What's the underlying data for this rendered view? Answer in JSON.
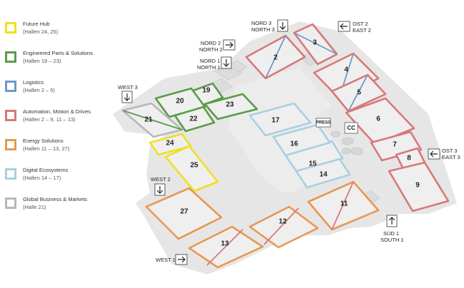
{
  "legend": [
    {
      "name": "Future Hub",
      "sub": "(Hallen 24, 25)",
      "color": "#f0e020"
    },
    {
      "name": "Engineered Parts & Solutions",
      "sub": "(Hallen 19 – 23)",
      "color": "#5a9b4a"
    },
    {
      "name": "Logistics",
      "sub": "(Hallen 2 – 5)",
      "color": "#7098c8"
    },
    {
      "name": "Automation, Motion & Drives",
      "sub": "(Hallen 2 – 9, 11 – 13)",
      "color": "#d87878"
    },
    {
      "name": "Energy Solutions",
      "sub": "(Hallen 11 – 13, 27)",
      "color": "#e89850"
    },
    {
      "name": "Digital Ecosystems",
      "sub": "(Hallen 14 – 17)",
      "color": "#a8d0e0"
    },
    {
      "name": "Global Business & Markets",
      "sub": "(Halle 21)",
      "color": "#b8b8b8"
    }
  ],
  "halls": [
    {
      "num": "2",
      "color": "#d87878",
      "color2": "#7098c8"
    },
    {
      "num": "3",
      "color": "#d87878",
      "color2": "#7098c8"
    },
    {
      "num": "4",
      "color": "#d87878",
      "color2": "#7098c8"
    },
    {
      "num": "5",
      "color": "#d87878",
      "color2": "#7098c8"
    },
    {
      "num": "6",
      "color": "#d87878"
    },
    {
      "num": "7",
      "color": "#d87878"
    },
    {
      "num": "8",
      "color": "#d87878"
    },
    {
      "num": "9",
      "color": "#d87878"
    },
    {
      "num": "11",
      "color": "#e89850",
      "color2": "#d87878"
    },
    {
      "num": "12",
      "color": "#e89850",
      "color2": "#d87878"
    },
    {
      "num": "13",
      "color": "#e89850",
      "color2": "#d87878"
    },
    {
      "num": "14",
      "color": "#a8d0e0"
    },
    {
      "num": "15",
      "color": "#a8d0e0"
    },
    {
      "num": "16",
      "color": "#a8d0e0"
    },
    {
      "num": "17",
      "color": "#a8d0e0"
    },
    {
      "num": "19",
      "color": "#5a9b4a"
    },
    {
      "num": "20",
      "color": "#5a9b4a"
    },
    {
      "num": "21",
      "color": "#b8b8b8",
      "color2": "#5a9b4a"
    },
    {
      "num": "22",
      "color": "#5a9b4a"
    },
    {
      "num": "23",
      "color": "#5a9b4a"
    },
    {
      "num": "24",
      "color": "#f0e020"
    },
    {
      "num": "25",
      "color": "#f0e020"
    },
    {
      "num": "27",
      "color": "#e89850"
    }
  ],
  "entrances": [
    {
      "line1": "NORD 3",
      "line2": "NORTH 3",
      "arrow": "down"
    },
    {
      "line1": "OST 2",
      "line2": "EAST 2",
      "arrow": "left"
    },
    {
      "line1": "NORD 2",
      "line2": "NORTH 2",
      "arrow": "right"
    },
    {
      "line1": "NORD 1",
      "line2": "NORTH 1",
      "arrow": "down"
    },
    {
      "line1": "WEST 3",
      "line2": "",
      "arrow": "down"
    },
    {
      "line1": "OST 3",
      "line2": "EAST 3",
      "arrow": "left"
    },
    {
      "line1": "WEST 2",
      "line2": "",
      "arrow": "down"
    },
    {
      "line1": "SÜD 1",
      "line2": "SOUTH 1",
      "arrow": "up"
    },
    {
      "line1": "WEST 1",
      "line2": "",
      "arrow": "right"
    }
  ],
  "facilities": {
    "press": "PRESS",
    "cc": "CC"
  }
}
